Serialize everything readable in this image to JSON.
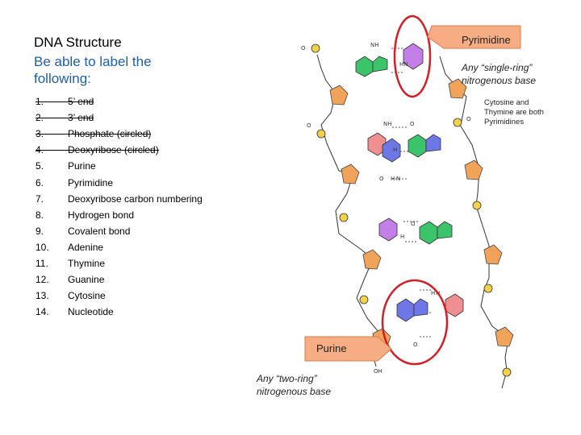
{
  "slide": {
    "title": "DNA Structure",
    "subtitle": "Be able to label the following:"
  },
  "items": [
    {
      "num": "1.",
      "label": "5’ end",
      "struck": true
    },
    {
      "num": "2.",
      "label": "3’ end",
      "struck": true
    },
    {
      "num": "3.",
      "label": "Phosphate (circled)",
      "struck": true
    },
    {
      "num": "4.",
      "label": "Deoxyribose (circled)",
      "struck": true
    },
    {
      "num": "5.",
      "label": "Purine",
      "struck": false
    },
    {
      "num": "6.",
      "label": "Pyrimidine",
      "struck": false
    },
    {
      "num": "7.",
      "label": "Deoxyribose carbon numbering",
      "struck": false
    },
    {
      "num": "8.",
      "label": "Hydrogen bond",
      "struck": false
    },
    {
      "num": "9.",
      "label": "Covalent bond",
      "struck": false
    },
    {
      "num": "10.",
      "label": "Adenine",
      "struck": false
    },
    {
      "num": "11.",
      "label": "Thymine",
      "struck": false
    },
    {
      "num": "12.",
      "label": "Guanine",
      "struck": false
    },
    {
      "num": "13.",
      "label": "Cytosine",
      "struck": false
    },
    {
      "num": "14.",
      "label": "Nucleotide",
      "struck": false
    }
  ],
  "callouts": {
    "pyrimidine_label": "Pyrimidine",
    "pyrimidine_desc": "Any “single-ring” nitrogenous base",
    "pyrimidine_note": "Cytosine and Thymine are both Pyrimidines",
    "purine_label": "Purine",
    "purine_desc": "Any “two-ring” nitrogenous base"
  },
  "colors": {
    "subtitle": "#1f5ea8",
    "arrow_fill": "#f7ad84",
    "circle": "#d21f26",
    "sugar": "#f2a35a",
    "base_green": "#3bc46a",
    "base_blue": "#6d78e6",
    "base_purple": "#c47ee8",
    "base_pink": "#ef8f8f",
    "phosphate": "#f3d24a",
    "note_red": "#c0392b"
  }
}
